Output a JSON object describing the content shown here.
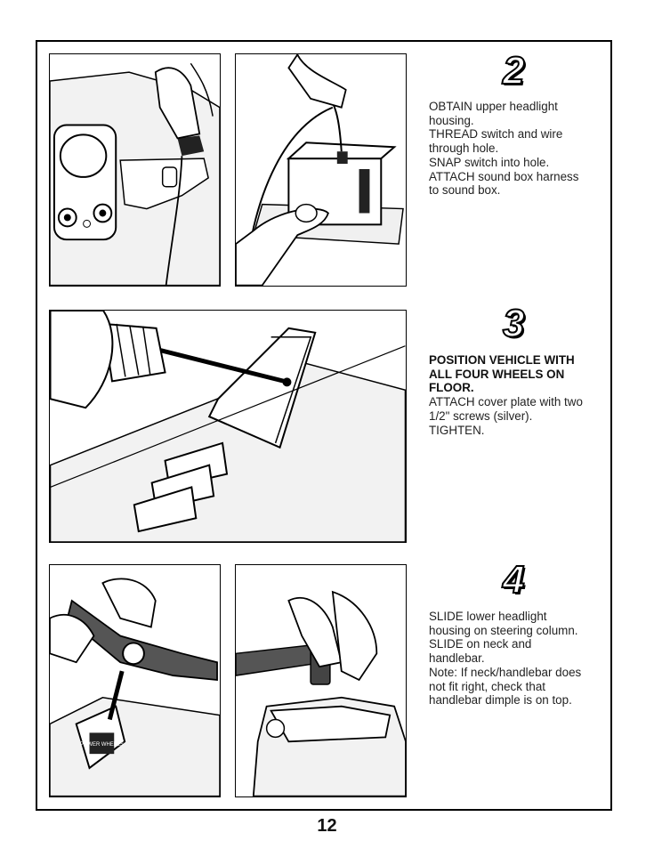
{
  "steps": [
    {
      "number": "2",
      "lines": [
        "OBTAIN upper headlight",
        "housing.",
        "THREAD switch and wire",
        "through hole.",
        "SNAP switch into hole.",
        "ATTACH sound box harness",
        "to sound box."
      ]
    },
    {
      "number": "3",
      "bold_lines": [
        "POSITION VEHICLE WITH",
        "ALL FOUR WHEELS ON",
        "FLOOR."
      ],
      "lines": [
        "ATTACH cover plate with two",
        "1/2\" screws (silver).",
        "TIGHTEN."
      ]
    },
    {
      "number": "4",
      "lines": [
        "SLIDE lower headlight",
        "housing on steering column.",
        "SLIDE on neck and",
        "handlebar.",
        "Note: If neck/handlebar does",
        "not fit right, check that",
        "handlebar dimple is on top."
      ]
    }
  ],
  "page_number": "12",
  "illustration_label": "POWER WHEELS"
}
